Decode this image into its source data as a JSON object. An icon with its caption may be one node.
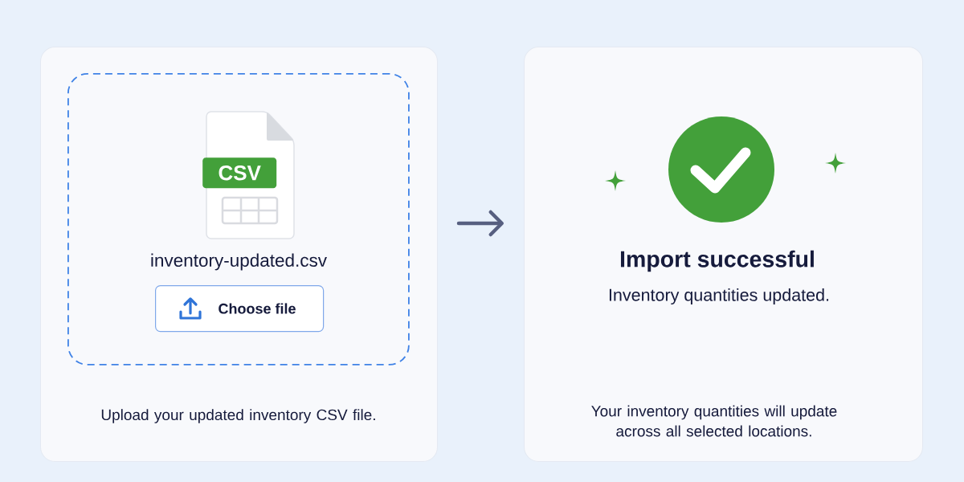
{
  "diagram": {
    "nodes": [
      {
        "text": [
          "Upload your updated inventory CSV file."
        ]
      },
      {
        "text": [
          "inventory-updated.csv"
        ],
        "in": 0
      },
      {
        "text": [
          "CSV"
        ],
        "in": 1
      },
      {
        "text": [
          "Choose file"
        ],
        "in": 1
      },
      {
        "text": [
          "Import successful",
          "Inventory quantities updated.",
          "Your inventory quantities will update across all selected locations."
        ]
      }
    ],
    "edges": [
      {
        "from": 0,
        "to": 4,
        "arrow": "to"
      }
    ]
  }
}
